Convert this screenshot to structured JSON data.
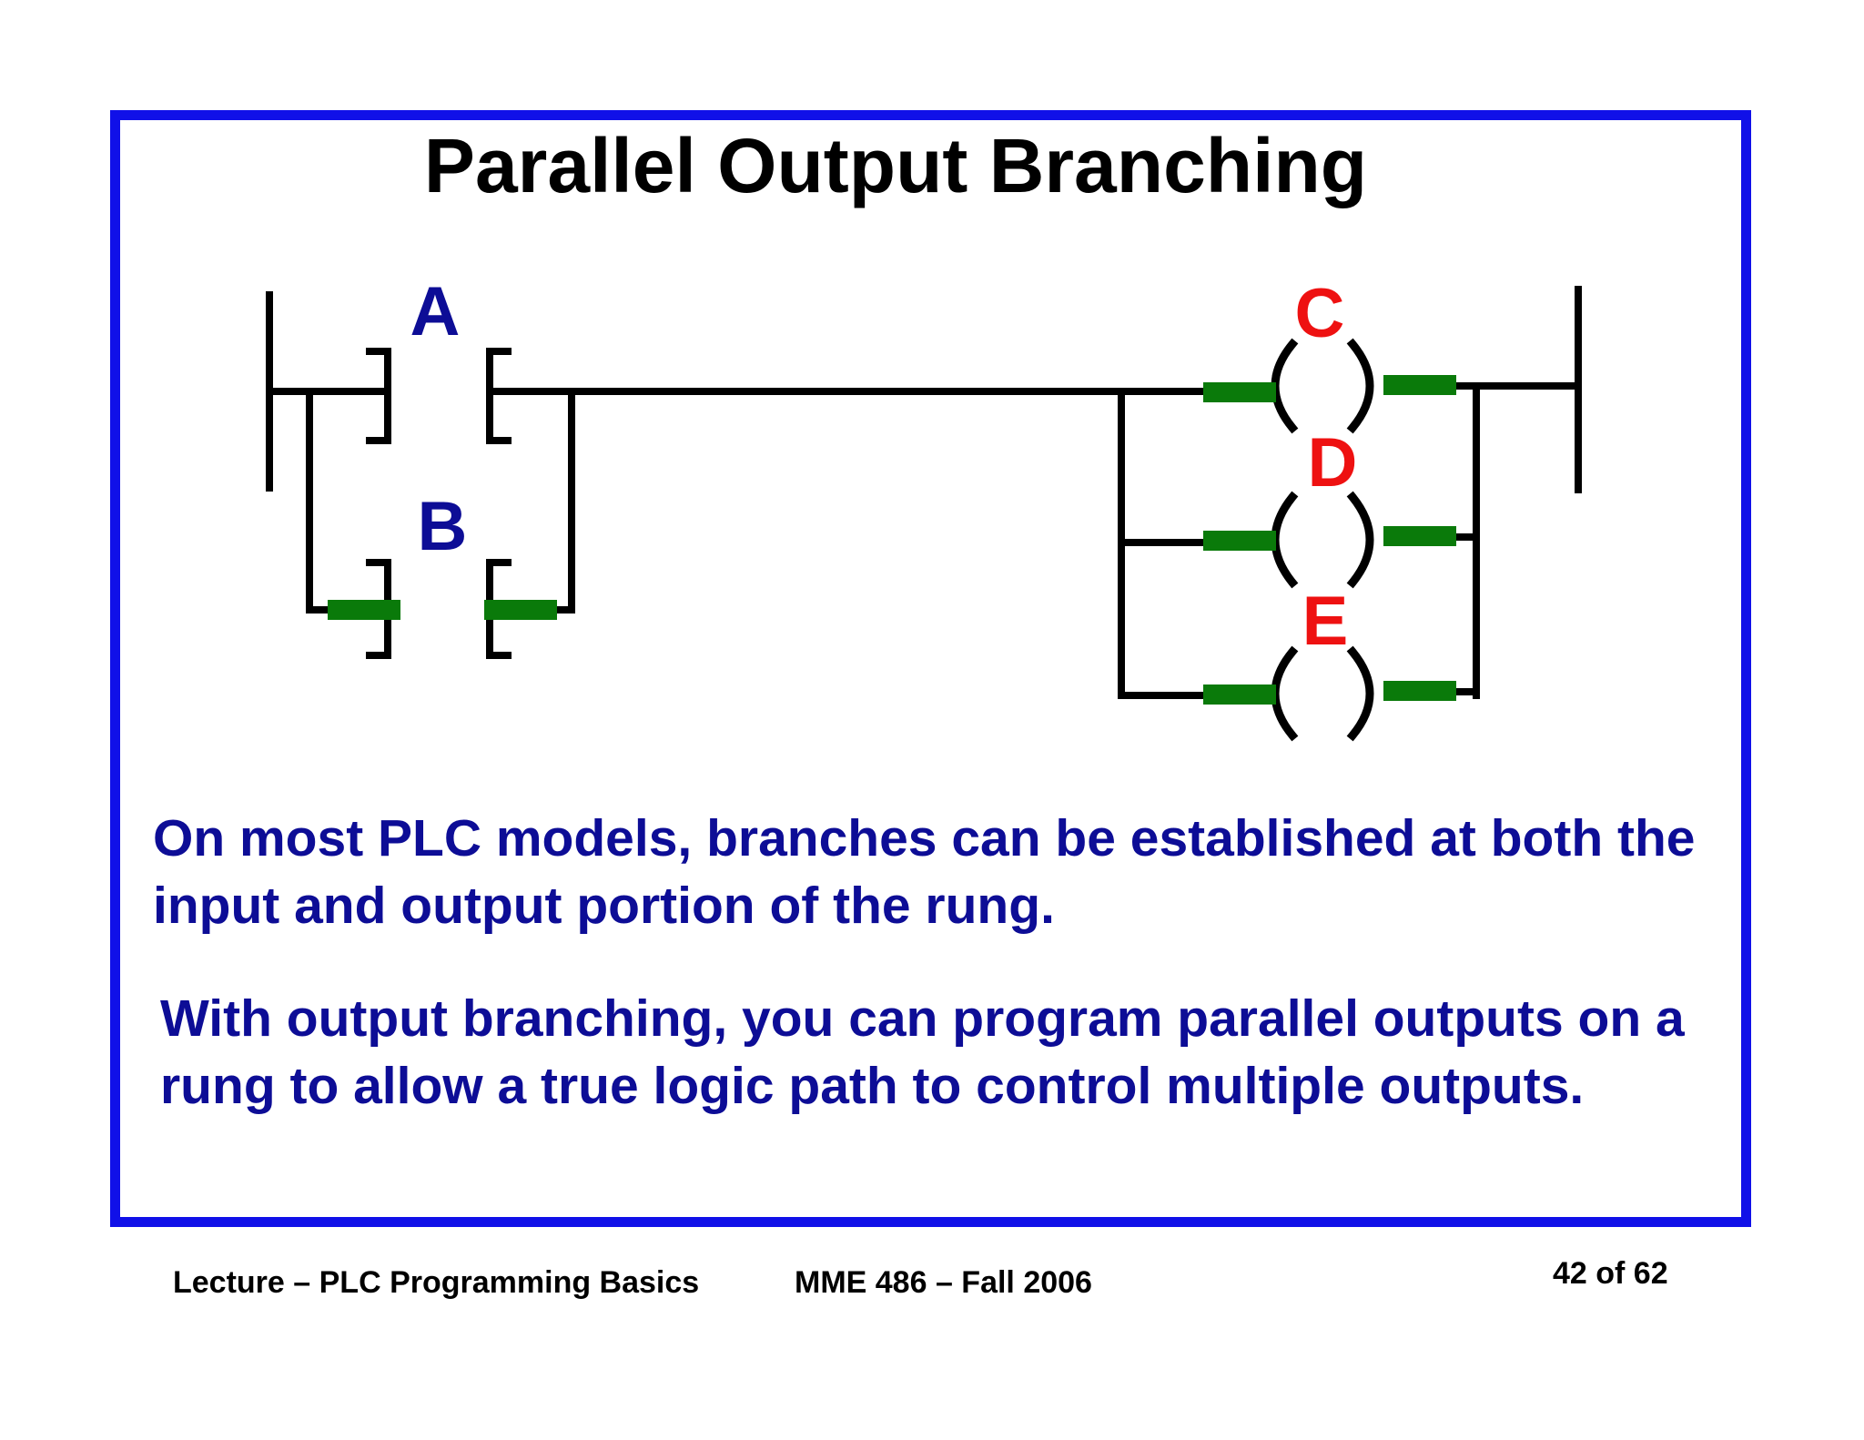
{
  "slide": {
    "title": "Parallel Output Branching",
    "paragraphs": [
      "On most PLC models, branches can be established at both the input and output portion of the rung.",
      "With output branching, you can program parallel outputs on a rung to allow a true logic path to control multiple outputs."
    ]
  },
  "diagram": {
    "contacts": [
      {
        "label": "A",
        "state": "open"
      },
      {
        "label": "B",
        "state": "energized"
      }
    ],
    "coils": [
      {
        "label": "C"
      },
      {
        "label": "D"
      },
      {
        "label": "E"
      }
    ],
    "colors": {
      "frame": "#1010e8",
      "input_label": "#0d0d96",
      "output_label": "#ee1111",
      "wire": "#000000",
      "energized": "#0a7a0a",
      "body_text": "#0d0d96"
    }
  },
  "footer": {
    "course_lecture": "Lecture – PLC Programming Basics",
    "course_term": "MME 486 – Fall 2006",
    "page": "42 of 62"
  }
}
